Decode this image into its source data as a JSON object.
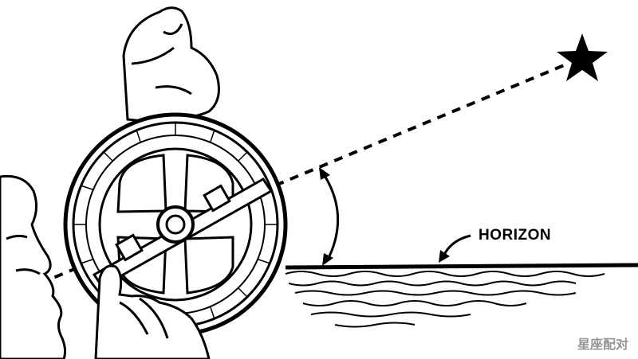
{
  "labels": {
    "horizon": "HORIZON"
  },
  "watermark": {
    "text": "星座配对"
  },
  "icons": [
    "star-icon",
    "astrolabe",
    "hand",
    "face-profile",
    "sea-waves"
  ],
  "colors": {
    "ink": "#000000",
    "background": "#ffffff",
    "watermark": "#8a8a8a"
  }
}
